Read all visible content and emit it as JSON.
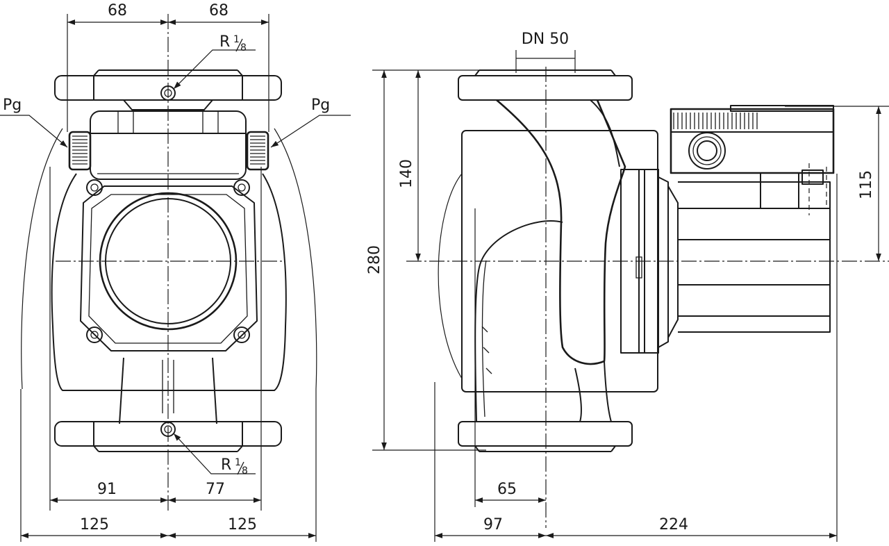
{
  "drawing": {
    "front_view": {
      "top_left_dim": "68",
      "top_right_dim": "68",
      "top_port_r": "R",
      "top_port_num": "1",
      "top_port_den": "8",
      "left_gland": "Pg",
      "right_gland": "Pg",
      "bottom_port_r": "R",
      "bottom_port_num": "1",
      "bottom_port_den": "8",
      "inner_left_dim": "91",
      "inner_right_dim": "77",
      "outer_left_dim": "125",
      "outer_right_dim": "125"
    },
    "side_view": {
      "nominal_diameter": "DN 50",
      "overall_height_dim": "280",
      "half_height_dim": "140",
      "box_height_dim": "115",
      "inlet_offset_dim": "65",
      "left_depth_dim": "97",
      "right_depth_dim": "224"
    }
  }
}
